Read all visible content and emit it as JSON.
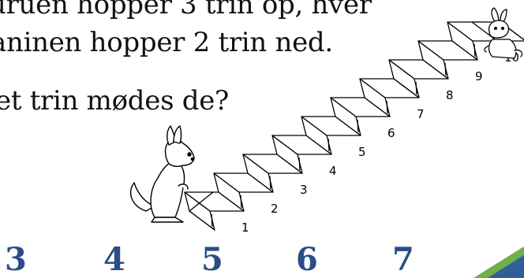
{
  "question": {
    "line1": "uruen hopper 3 trin op, hver",
    "line2": "aninen hopper 2 trin ned.",
    "line3": "et trin mødes de?"
  },
  "stairs": {
    "step_labels": [
      "1",
      "2",
      "3",
      "4",
      "5",
      "6",
      "7",
      "8",
      "9",
      "10"
    ]
  },
  "answers": [
    "3",
    "4",
    "5",
    "6",
    "7"
  ],
  "colors": {
    "answer_text": "#2a4e86",
    "corner_green": "#6fae4a",
    "corner_blue": "#2f5f9a"
  },
  "icons": [
    "kangaroo-illustration",
    "rabbit-illustration"
  ]
}
